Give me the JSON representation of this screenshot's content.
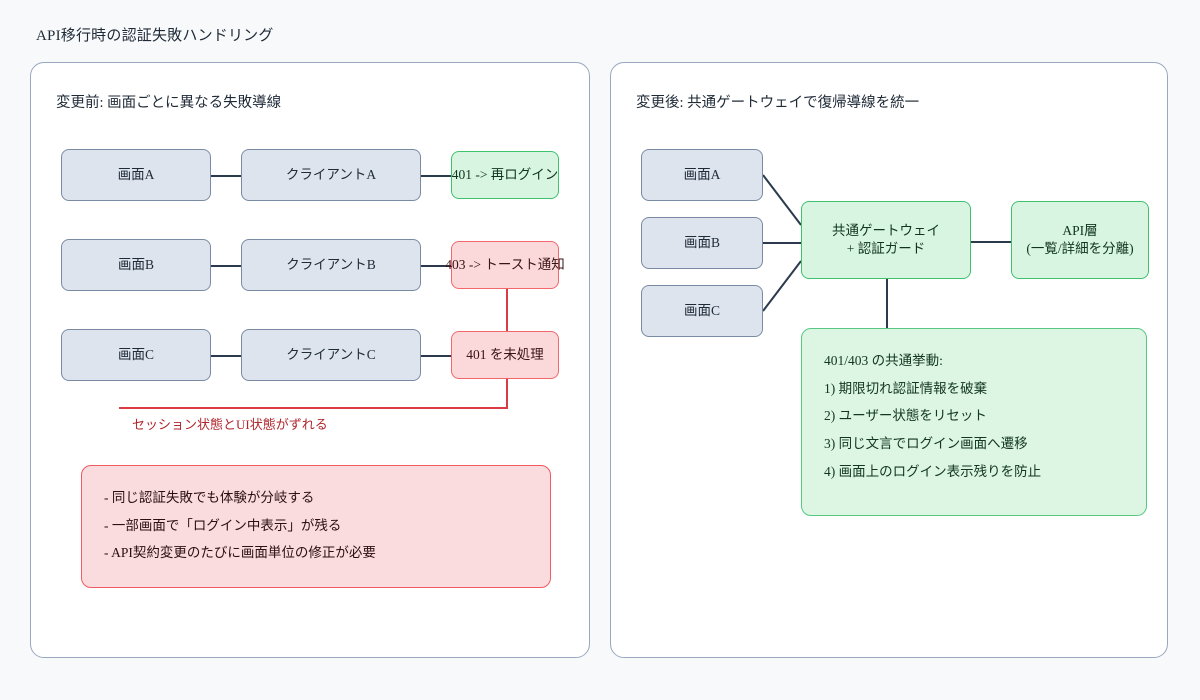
{
  "title": "API移行時の認証失敗ハンドリング",
  "panels": {
    "before": {
      "heading": "変更前: 画面ごとに異なる失敗導線",
      "rows": [
        {
          "screen": "画面A",
          "client": "クライアントA",
          "outcome": "401 -> 再ログイン",
          "outcome_tone": "green"
        },
        {
          "screen": "画面B",
          "client": "クライアントB",
          "outcome": "403 -> トースト通知",
          "outcome_tone": "red"
        },
        {
          "screen": "画面C",
          "client": "クライアントC",
          "outcome": "401 を未処理",
          "outcome_tone": "red"
        }
      ],
      "annotation": "セッション状態とUI状態がずれる",
      "issues": [
        "- 同じ認証失敗でも体験が分岐する",
        "- 一部画面で「ログイン中表示」が残る",
        "- API契約変更のたびに画面単位の修正が必要"
      ]
    },
    "after": {
      "heading": "変更後: 共通ゲートウェイで復帰導線を統一",
      "screens": [
        "画面A",
        "画面B",
        "画面C"
      ],
      "gateway": {
        "line1": "共通ゲートウェイ",
        "line2": "+ 認証ガード"
      },
      "api": {
        "line1": "API層",
        "line2": "(一覧/詳細を分離)"
      },
      "behavior": {
        "heading": "401/403 の共通挙動:",
        "steps": [
          "1) 期限切れ認証情報を破棄",
          "2) ユーザー状態をリセット",
          "3) 同じ文言でログイン画面へ遷移",
          "4) 画面上のログイン表示残りを防止"
        ]
      }
    }
  },
  "colors": {
    "background": "#f7f9fb",
    "panel_border": "#9aa8bf",
    "node_blue_fill": "#dde4ee",
    "node_blue_border": "#7b8aa3",
    "node_green_fill": "#d8f5e1",
    "node_green_border": "#3fc16d",
    "node_red_fill": "#fbd9da",
    "node_red_border": "#f2676c",
    "edge": "#2b3a4d",
    "edge_warning": "#d93c42",
    "text": "#1f2a37"
  }
}
